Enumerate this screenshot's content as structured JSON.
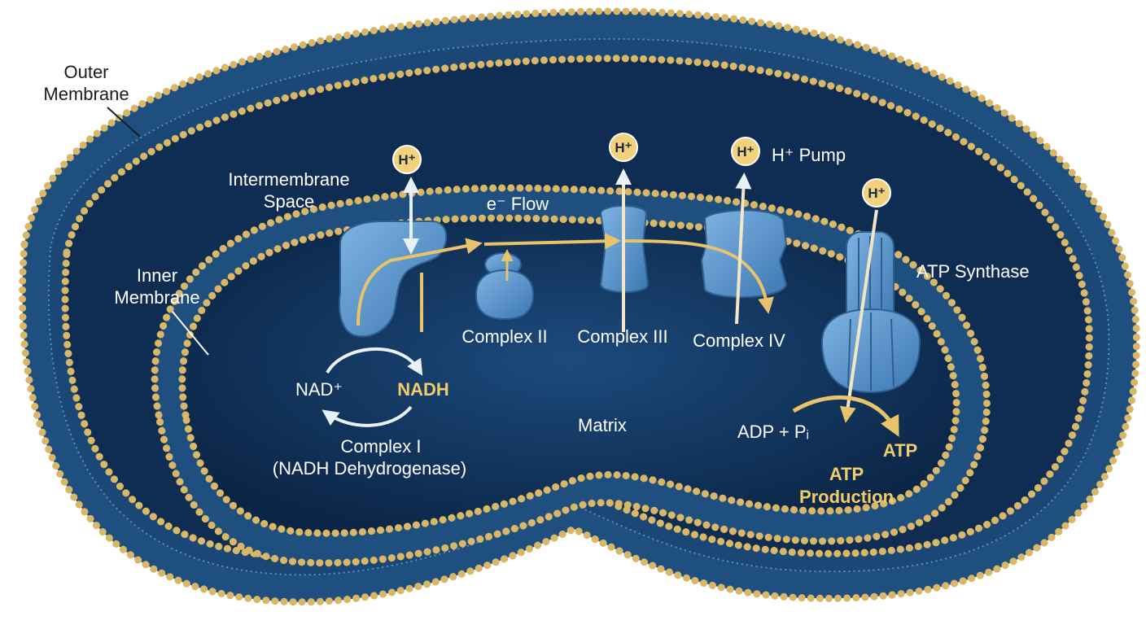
{
  "labels": {
    "outer_membrane": [
      "Outer",
      "Membrane"
    ],
    "intermembrane_space": [
      "Intermembrane",
      "Space"
    ],
    "inner_membrane": [
      "Inner",
      "Membrane"
    ],
    "e_flow": "e⁻ Flow",
    "h_pump": "H⁺ Pump",
    "atp_synthase": "ATP Synthase",
    "complex_ii": "Complex II",
    "complex_iii": "Complex III",
    "complex_iv": "Complex IV",
    "nad_plus": "NAD⁺",
    "nadh": "NADH",
    "complex_i": [
      "Complex I",
      "(NADH Dehydrogenase)"
    ],
    "matrix": "Matrix",
    "adp_pi": "ADP + Pᵢ",
    "atp": "ATP",
    "atp_production": [
      "ATP",
      "Production"
    ],
    "proton": "H⁺"
  },
  "colors": {
    "membrane_blue": "#1e4f7f",
    "lipid_head_gold": "#d9b766",
    "space_dark": "#0f2d52",
    "matrix_dark": "#0c2748",
    "protein_blue": "#4f8dc6",
    "arrow_gold": "#e8c36a",
    "arrow_white": "#e9f1f8"
  }
}
